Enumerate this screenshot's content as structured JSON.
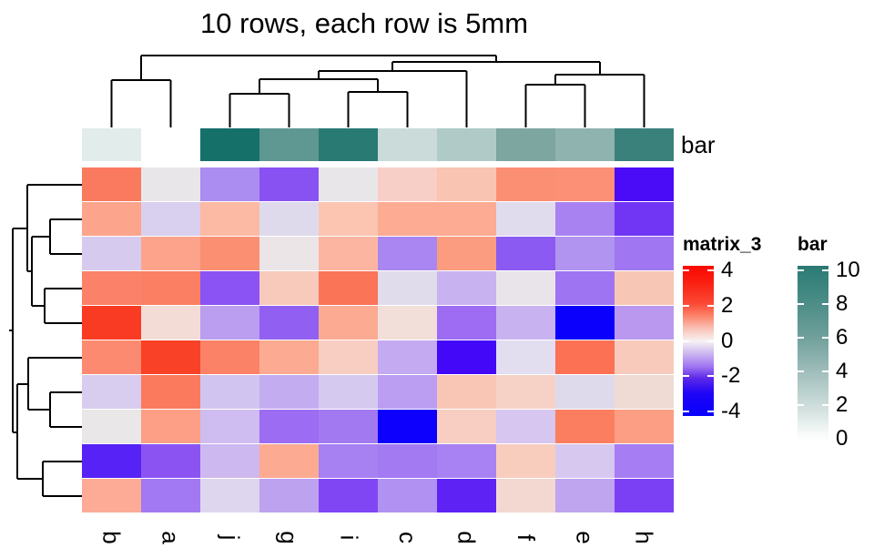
{
  "chart_data": {
    "type": "heatmap",
    "title": "10 rows, each row is 5mm",
    "columns": [
      "b",
      "a",
      "j",
      "g",
      "i",
      "c",
      "d",
      "f",
      "e",
      "h"
    ],
    "n_rows": 10,
    "cell_colors": [
      [
        "#f97a5e",
        "#e9e6e9",
        "#ab8cf0",
        "#8852f2",
        "#e9e6ea",
        "#f7cfc7",
        "#fac4b2",
        "#fb8f74",
        "#fb9076",
        "#4a0cf6"
      ],
      [
        "#fda48c",
        "#d9cfee",
        "#fcb9a4",
        "#dedaec",
        "#fbc5b2",
        "#fdab93",
        "#fdab93",
        "#e0dcee",
        "#a982f2",
        "#7136f4"
      ],
      [
        "#d6cbee",
        "#fda38c",
        "#fb8f72",
        "#ebe5e7",
        "#fcb5a0",
        "#a986f2",
        "#fb9c80",
        "#8b5af2",
        "#b094f0",
        "#a076f2"
      ],
      [
        "#fb8168",
        "#fb7f62",
        "#8b52f4",
        "#f8cabc",
        "#fa7458",
        "#e0dcec",
        "#c9b2f0",
        "#e8e4ea",
        "#9f74f2",
        "#f8c6b4"
      ],
      [
        "#f93b24",
        "#f3dcd6",
        "#bb9ef0",
        "#9160f2",
        "#fcab92",
        "#f2dfda",
        "#9d6cf2",
        "#c9b2f0",
        "#0b00fc",
        "#bb98f0"
      ],
      [
        "#fc8a70",
        "#f94128",
        "#fb8266",
        "#fcab92",
        "#f8cdc2",
        "#c4aaf0",
        "#4408f8",
        "#e2def0",
        "#fc7054",
        "#f8cabc"
      ],
      [
        "#d8cdee",
        "#fb7a5e",
        "#d2c4f0",
        "#c3adf0",
        "#d6c9f0",
        "#bb9ef2",
        "#f9c6b6",
        "#f6d2c6",
        "#dedaec",
        "#f0dad4"
      ],
      [
        "#e9e7e8",
        "#fc9f86",
        "#cfbcf0",
        "#9c6cf2",
        "#a379f2",
        "#0d00fc",
        "#f8cec2",
        "#d6c6f0",
        "#fc7e60",
        "#fc9e84"
      ],
      [
        "#5722f6",
        "#8b54f2",
        "#cdb8f0",
        "#fcab92",
        "#a780f2",
        "#a37af2",
        "#a881f2",
        "#f8cdbe",
        "#d7c8f0",
        "#a67df2"
      ],
      [
        "#fdab96",
        "#a279f2",
        "#ded6ee",
        "#bda2f0",
        "#8146f4",
        "#b192f2",
        "#5f22f4",
        "#f2d8d0",
        "#bfa4f0",
        "#7c40f4"
      ]
    ],
    "cell_values_approx": [
      [
        1.8,
        0.0,
        -1.3,
        -2.3,
        0.0,
        0.6,
        0.8,
        1.6,
        1.6,
        -3.5
      ],
      [
        1.2,
        -0.5,
        0.9,
        -0.4,
        0.8,
        1.1,
        1.1,
        -0.4,
        -1.5,
        -2.7
      ],
      [
        -0.5,
        1.2,
        1.6,
        0.1,
        1.0,
        -1.5,
        1.3,
        -2.2,
        -1.3,
        -1.8
      ],
      [
        1.7,
        1.8,
        -2.3,
        0.7,
        1.9,
        -0.4,
        -1.0,
        0.1,
        -1.7,
        0.8
      ],
      [
        3.3,
        0.4,
        -1.2,
        -2.1,
        1.1,
        0.2,
        -1.8,
        -1.0,
        -4.0,
        -1.2
      ],
      [
        1.6,
        3.2,
        1.7,
        1.1,
        0.6,
        -1.1,
        -3.6,
        -0.4,
        1.9,
        0.7
      ],
      [
        -0.5,
        1.8,
        -0.8,
        -1.1,
        -0.7,
        -1.2,
        0.7,
        0.5,
        -0.4,
        0.3
      ],
      [
        0.0,
        1.2,
        -0.9,
        -2.0,
        -1.8,
        -4.0,
        0.6,
        -0.8,
        1.8,
        1.2
      ],
      [
        -3.3,
        -2.3,
        -0.9,
        1.1,
        -1.6,
        -1.7,
        -1.6,
        0.6,
        -0.8,
        -1.6
      ],
      [
        1.1,
        -1.7,
        -0.5,
        -1.2,
        -2.5,
        -1.4,
        -3.2,
        0.3,
        -1.2,
        -2.6
      ]
    ],
    "column_annotation": {
      "name": "bar",
      "colors": [
        "#e2edeb",
        "#ffffff",
        "#16706a",
        "#5f9792",
        "#2a7a74",
        "#cadbd9",
        "#afcac7",
        "#7da6a1",
        "#8fb3af",
        "#3a817b"
      ],
      "values_approx": [
        1,
        0,
        10,
        6,
        9,
        2,
        3,
        5,
        4,
        8
      ]
    },
    "legends": [
      {
        "title": "matrix_3",
        "ticks": [
          "4",
          "2",
          "0",
          "-2",
          "-4"
        ],
        "range": [
          -4,
          4
        ],
        "gradient": [
          {
            "pos": 0,
            "color": "#f90800"
          },
          {
            "pos": 12,
            "color": "#fa2212"
          },
          {
            "pos": 25,
            "color": "#fb4835"
          },
          {
            "pos": 33,
            "color": "#fc8168"
          },
          {
            "pos": 42,
            "color": "#f9c3b8"
          },
          {
            "pos": 50,
            "color": "#f7f2f2"
          },
          {
            "pos": 58,
            "color": "#cdbaf0"
          },
          {
            "pos": 67,
            "color": "#a176f2"
          },
          {
            "pos": 75,
            "color": "#5c28e8"
          },
          {
            "pos": 85,
            "color": "#1e04f6"
          },
          {
            "pos": 100,
            "color": "#0800fc"
          }
        ]
      },
      {
        "title": "bar",
        "ticks": [
          "10",
          "8",
          "6",
          "4",
          "2",
          "0"
        ],
        "range": [
          0,
          10
        ],
        "gradient": [
          {
            "pos": 0,
            "color": "#2a7a74"
          },
          {
            "pos": 20,
            "color": "#4a8c86"
          },
          {
            "pos": 40,
            "color": "#6f9f9a"
          },
          {
            "pos": 60,
            "color": "#9fbebb"
          },
          {
            "pos": 80,
            "color": "#cfdedc"
          },
          {
            "pos": 95,
            "color": "#f6faf9"
          },
          {
            "pos": 100,
            "color": "#ffffff"
          }
        ]
      }
    ],
    "col_dendrogram_segments": [
      [
        122.5,
        88,
        122.5,
        140
      ],
      [
        187.5,
        88,
        187.5,
        140
      ],
      [
        252.5,
        103,
        252.5,
        140
      ],
      [
        317.5,
        103,
        317.5,
        140
      ],
      [
        382.5,
        101,
        382.5,
        140
      ],
      [
        447.5,
        101,
        447.5,
        140
      ],
      [
        512.5,
        78,
        512.5,
        140
      ],
      [
        577.5,
        93,
        577.5,
        140
      ],
      [
        642.5,
        93,
        642.5,
        140
      ],
      [
        707.5,
        82,
        707.5,
        140
      ],
      [
        122.5,
        88,
        187.5,
        88
      ],
      [
        155,
        88,
        155,
        61
      ],
      [
        252.5,
        103,
        317.5,
        103
      ],
      [
        285,
        103,
        285,
        87
      ],
      [
        382.5,
        101,
        447.5,
        101
      ],
      [
        415,
        101,
        415,
        87
      ],
      [
        285,
        87,
        415,
        87
      ],
      [
        350,
        87,
        350,
        78
      ],
      [
        350,
        78,
        512.5,
        78
      ],
      [
        431,
        78,
        431,
        68
      ],
      [
        577.5,
        93,
        642.5,
        93
      ],
      [
        610,
        93,
        610,
        82
      ],
      [
        610,
        82,
        707.5,
        82
      ],
      [
        659,
        82,
        659,
        68
      ],
      [
        431,
        68,
        659,
        68
      ],
      [
        545,
        68,
        545,
        61
      ],
      [
        155,
        61,
        545,
        61
      ]
    ],
    "row_dendrogram_segments": [
      [
        30,
        203,
        90,
        203
      ],
      [
        55,
        241,
        90,
        241
      ],
      [
        55,
        279,
        90,
        279
      ],
      [
        49,
        317,
        90,
        317
      ],
      [
        49,
        355,
        90,
        355
      ],
      [
        31,
        393,
        90,
        393
      ],
      [
        55,
        431,
        90,
        431
      ],
      [
        55,
        469,
        90,
        469
      ],
      [
        47,
        507,
        90,
        507
      ],
      [
        47,
        545,
        90,
        545
      ],
      [
        55,
        241,
        55,
        279
      ],
      [
        35,
        260,
        55,
        260
      ],
      [
        49,
        317,
        49,
        355
      ],
      [
        35,
        336,
        49,
        336
      ],
      [
        35,
        260,
        35,
        336
      ],
      [
        30,
        298,
        35,
        298
      ],
      [
        30,
        203,
        30,
        298
      ],
      [
        14,
        251,
        30,
        251
      ],
      [
        55,
        431,
        55,
        469
      ],
      [
        31,
        450,
        55,
        450
      ],
      [
        31,
        393,
        31,
        450
      ],
      [
        19,
        422,
        31,
        422
      ],
      [
        47,
        507,
        47,
        545
      ],
      [
        19,
        526,
        47,
        526
      ],
      [
        19,
        422,
        19,
        526
      ],
      [
        14,
        475,
        19,
        475
      ],
      [
        14,
        251,
        14,
        475
      ],
      [
        10,
        363,
        14,
        363
      ]
    ],
    "style": {
      "dendrogram_color": "#000000",
      "background": "#ffffff",
      "tick_dash_color": "#ffffff"
    }
  }
}
